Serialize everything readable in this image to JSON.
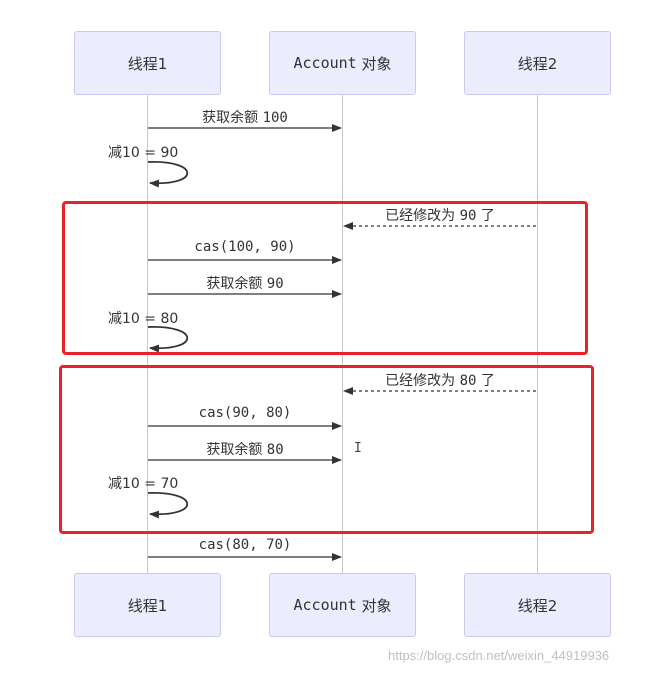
{
  "actors": {
    "thread1": "线程1",
    "account_name": "Account",
    "account_suffix": "对象",
    "thread2": "线程2"
  },
  "messages": [
    {
      "id": "m1",
      "text": "获取余额",
      "num": "100"
    },
    {
      "id": "m2",
      "text": "减10 = 90"
    },
    {
      "id": "m3",
      "text": "已经修改为",
      "num": "90",
      "tail": "了"
    },
    {
      "id": "m4",
      "text": "cas(100, 90)"
    },
    {
      "id": "m5",
      "text": "获取余额",
      "num": "90"
    },
    {
      "id": "m6",
      "text": "减10 = 80"
    },
    {
      "id": "m7",
      "text": "已经修改为",
      "num": "80",
      "tail": "了"
    },
    {
      "id": "m8",
      "text": "cas(90, 80)"
    },
    {
      "id": "m9",
      "text": "获取余额",
      "num": "80"
    },
    {
      "id": "m10",
      "text": "减10 = 70"
    },
    {
      "id": "m11",
      "text": "cas(80, 70)"
    }
  ],
  "colors": {
    "actor_fill": "#ECECFF",
    "actor_border": "#C9C9EE",
    "arrow": "#333333",
    "frame": "#E8212A"
  },
  "watermark": "https://blog.csdn.net/weixin_44919936"
}
